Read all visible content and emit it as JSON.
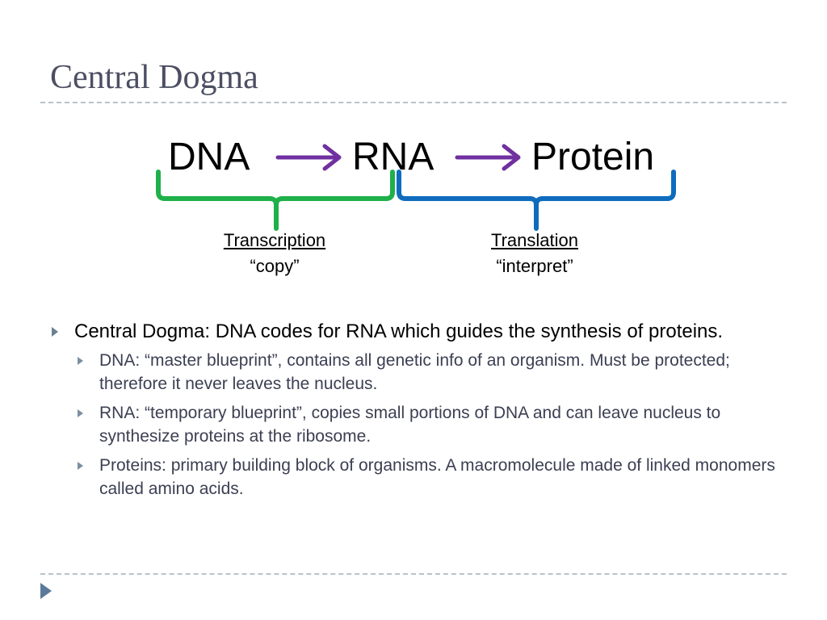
{
  "title": "Central Dogma",
  "flow": {
    "dna": "DNA",
    "rna": "RNA",
    "protein": "Protein"
  },
  "processes": {
    "transcription": {
      "name": "Transcription",
      "gloss": "“copy”"
    },
    "translation": {
      "name": "Translation",
      "gloss": "“interpret”"
    }
  },
  "colors": {
    "arrow": "#7030a0",
    "transcription_bracket": "#1fb04a",
    "translation_bracket": "#0f6cbd",
    "title": "#4c4f63"
  },
  "bullets": {
    "main": "Central Dogma: DNA codes for RNA which guides the synthesis of proteins.",
    "sub": [
      "DNA: “master blueprint”, contains all genetic info of an organism.  Must be protected; therefore it never leaves the nucleus.",
      "RNA: “temporary blueprint”, copies small portions of DNA and can leave nucleus to synthesize proteins at the ribosome.",
      "Proteins: primary building block of organisms.  A macromolecule made of linked monomers called amino acids."
    ]
  },
  "icons": {
    "bullet": "triangle-right-icon",
    "footer": "triangle-right-icon"
  }
}
